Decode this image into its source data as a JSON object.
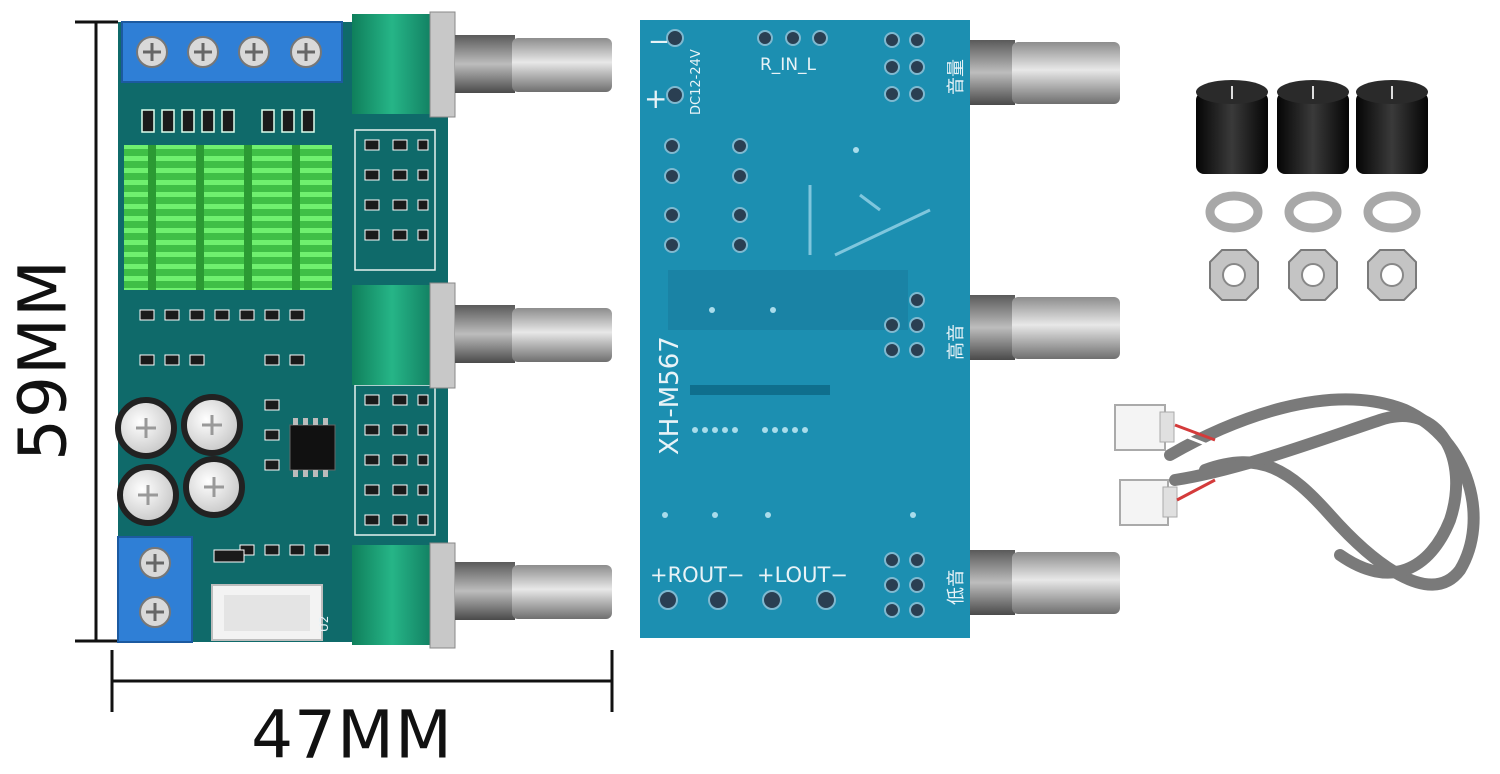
{
  "dimensions": {
    "height_label": "59MM",
    "width_label": "47MM"
  },
  "back_board": {
    "model_label": "XH-M567",
    "power_label": "DC12-24V",
    "power_minus": "−",
    "power_plus": "+",
    "input_label": "R_IN_L",
    "rout_label": "+ROUT−",
    "lout_label": "+LOUT−",
    "volume_label": "音量",
    "treble_label": "高音",
    "bass_label": "低音"
  },
  "front_board": {
    "connector_label": "U2"
  },
  "colors": {
    "front_pcb": "#0f6a6a",
    "back_pcb": "#1c8fb1",
    "heatsink": "#46d24a",
    "terminal_block": "#2f7fd6",
    "pot_body": "#1ea57a",
    "knob": "#141414"
  }
}
